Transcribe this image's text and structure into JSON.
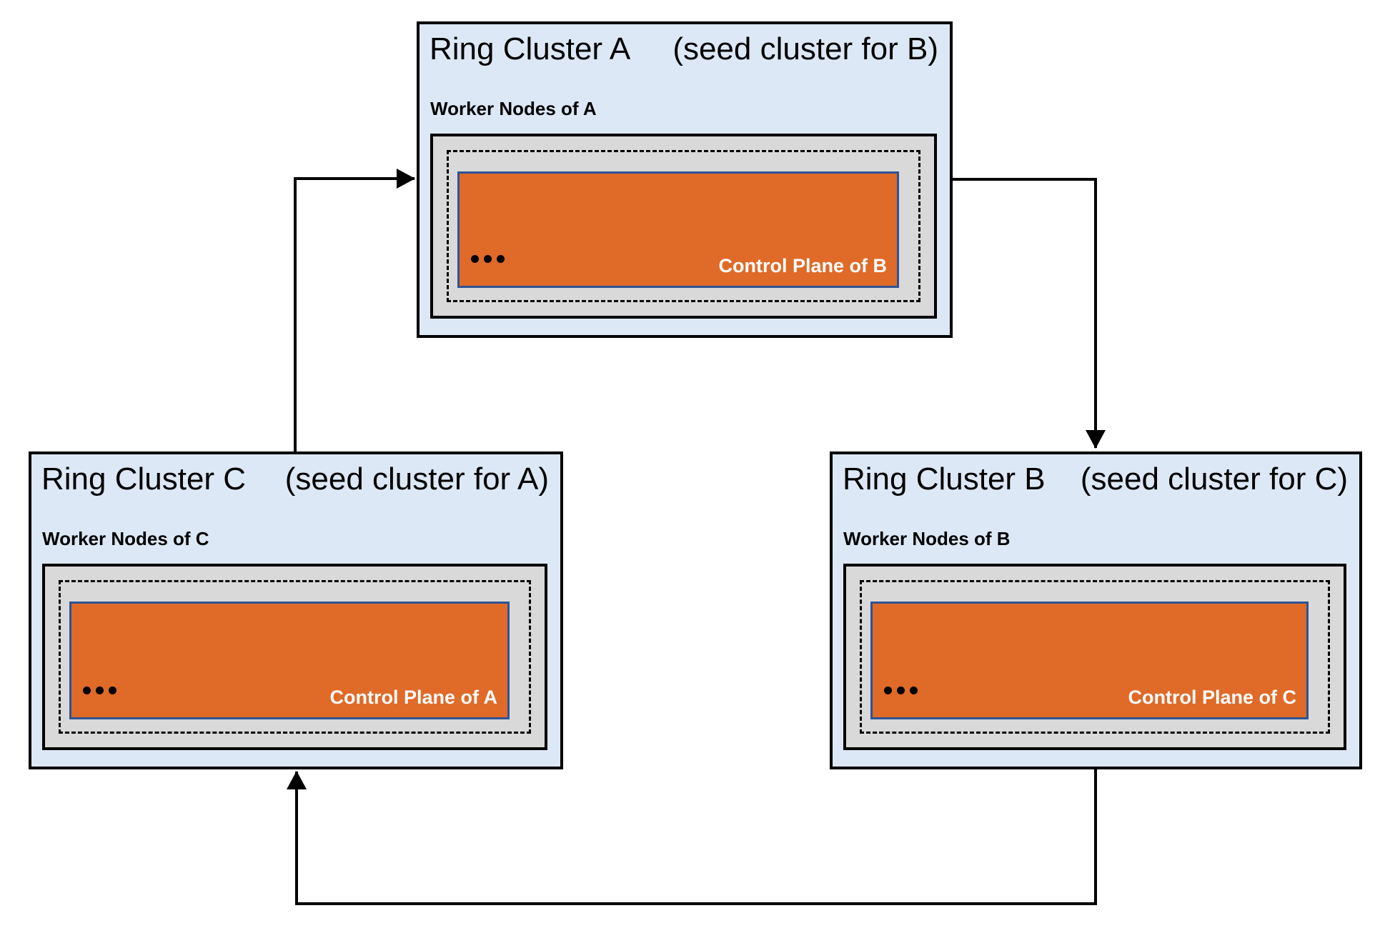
{
  "clusters": [
    {
      "name": "Ring Cluster A",
      "seed_note": "(seed cluster for B)",
      "worker_label": "Worker Nodes of A",
      "control_plane_label": "Control Plane of B",
      "dots_icon": "ellipsis-icon"
    },
    {
      "name": "Ring Cluster B",
      "seed_note": "(seed cluster for C)",
      "worker_label": "Worker Nodes of B",
      "control_plane_label": "Control Plane of C",
      "dots_icon": "ellipsis-icon"
    },
    {
      "name": "Ring Cluster C",
      "seed_note": "(seed cluster for A)",
      "worker_label": "Worker Nodes of C",
      "control_plane_label": "Control Plane of A",
      "dots_icon": "ellipsis-icon"
    }
  ],
  "arrows": [
    {
      "from": "Ring Cluster C",
      "to": "Ring Cluster A"
    },
    {
      "from": "Ring Cluster A",
      "to": "Ring Cluster B"
    },
    {
      "from": "Ring Cluster B",
      "to": "Ring Cluster C"
    }
  ],
  "colors": {
    "cluster_fill": "#dce8f5",
    "node_fill": "#d9d9d9",
    "control_plane_fill": "#e06a28",
    "control_plane_border": "#2e5395",
    "line": "#000000"
  }
}
